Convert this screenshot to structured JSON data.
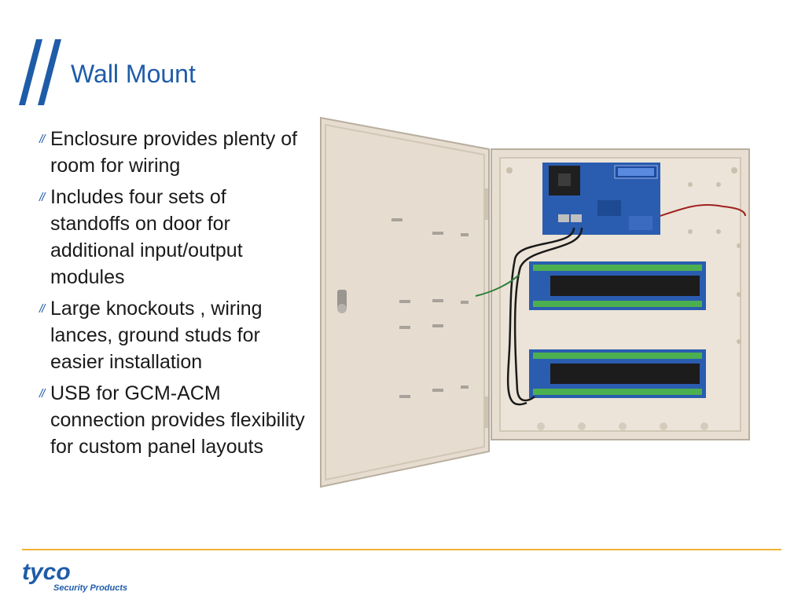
{
  "slide": {
    "title": "Wall Mount",
    "bullet_marker": "//",
    "bullets": [
      "Enclosure provides plenty of room for wiring",
      "Includes four sets of standoffs on door for additional input/output modules",
      "Large knockouts , wiring lances, ground studs for easier installation",
      "USB for GCM-ACM connection provides flexibility for custom panel layouts"
    ]
  },
  "logo": {
    "brand": "tyco",
    "tagline": "Security Products"
  },
  "colors": {
    "accent_blue": "#1f5ca8",
    "footer_rule": "#f2b233",
    "enclosure": "#e6ddd0",
    "board_blue": "#2a5db0"
  }
}
